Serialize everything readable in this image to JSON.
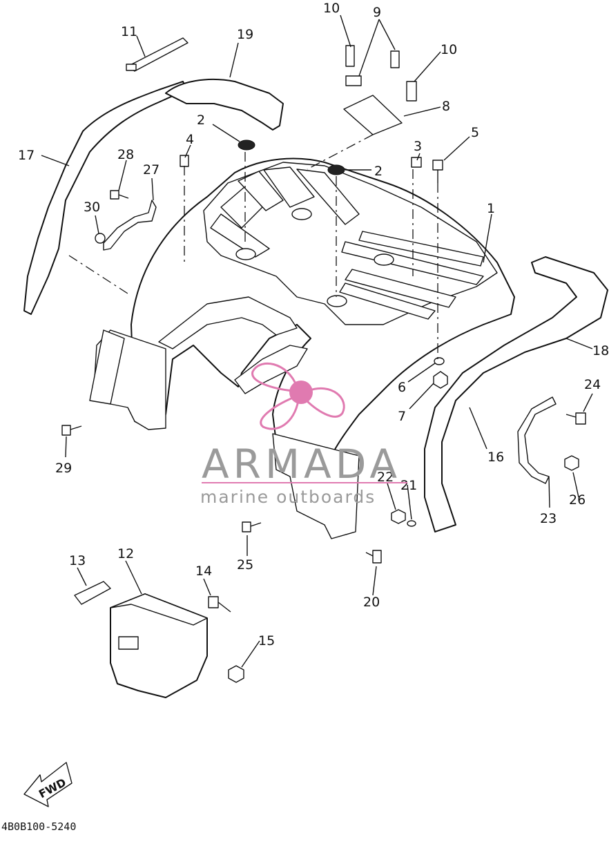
{
  "diagram": {
    "part_labels": [
      "1",
      "2",
      "2",
      "3",
      "4",
      "5",
      "6",
      "7",
      "8",
      "9",
      "10",
      "10",
      "11",
      "12",
      "13",
      "14",
      "15",
      "16",
      "17",
      "18",
      "19",
      "20",
      "21",
      "22",
      "23",
      "24",
      "25",
      "26",
      "27",
      "28",
      "29",
      "30"
    ],
    "drawing_code": "4B0B100-5240",
    "direction_arrow": "FWD"
  },
  "watermark": {
    "brand": "ARMADA",
    "tagline": "marine outboards",
    "logo_color": "#e07ab0",
    "text_color": "#9a9a9a"
  }
}
